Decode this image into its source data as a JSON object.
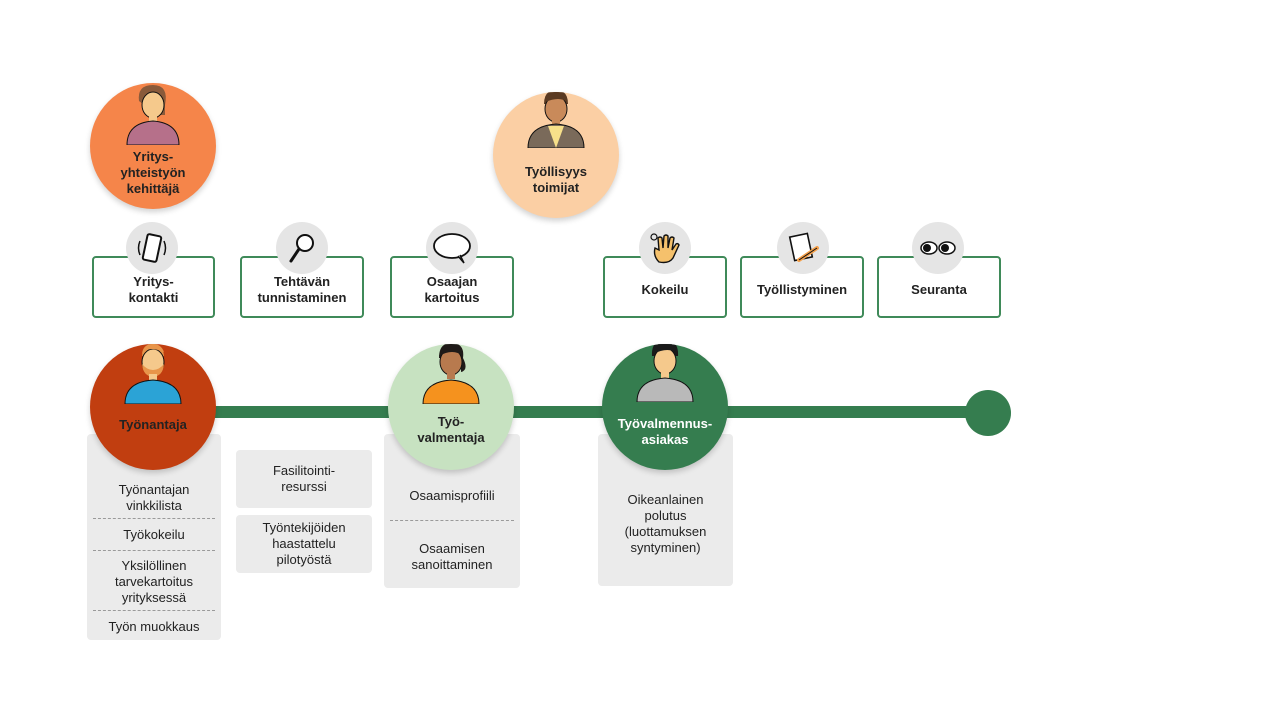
{
  "roles": {
    "yritysyhteistyo": {
      "label": "Yritys-\nyhteistyön\nkehittäjä",
      "color": "#f5854a"
    },
    "tyollisyys": {
      "label": "Työllisyys\ntoimijat",
      "color": "#fbcfa4"
    },
    "tyonantaja": {
      "label": "Työnantaja",
      "color": "#c13e10"
    },
    "tyovalmentaja": {
      "label": "Työ-\nvalmentaja",
      "color": "#c7e2c1"
    },
    "asiakas": {
      "label": "Työvalmennus-\nasiakas",
      "color": "#357d4f"
    }
  },
  "steps": [
    {
      "label": "Yritys-\nkontakti",
      "icon": "phone-icon"
    },
    {
      "label": "Tehtävän\ntunnistaminen",
      "icon": "magnifier-icon"
    },
    {
      "label": "Osaajan\nkartoitus",
      "icon": "speech-bubble-icon"
    },
    {
      "label": "Kokeilu",
      "icon": "waving-hand-icon"
    },
    {
      "label": "Työllistyminen",
      "icon": "contract-pen-icon"
    },
    {
      "label": "Seuranta",
      "icon": "eyes-icon"
    }
  ],
  "panels": {
    "tyonantaja": [
      "Työnantajan\nvinkkilista",
      "Työkokeilu",
      "Yksilöllinen\ntarvekartoitus\nyrityksessä",
      "Työn muokkaus"
    ],
    "fasilitointi": [
      "Fasilitointi-\nresurssi"
    ],
    "haastattelu": [
      "Työntekijöiden\nhaastattelu\npilotyöstä"
    ],
    "valmentaja": [
      "Osaamisprofiili",
      "Osaamisen\nsanoittaminen"
    ],
    "asiakas": [
      "Oikeanlainen\npolutus\n(luottamuksen\nsyntyminen)"
    ]
  },
  "colors": {
    "timeline": "#357d4f",
    "step_border": "#3f8a59",
    "panel_bg": "#ebebeb"
  }
}
